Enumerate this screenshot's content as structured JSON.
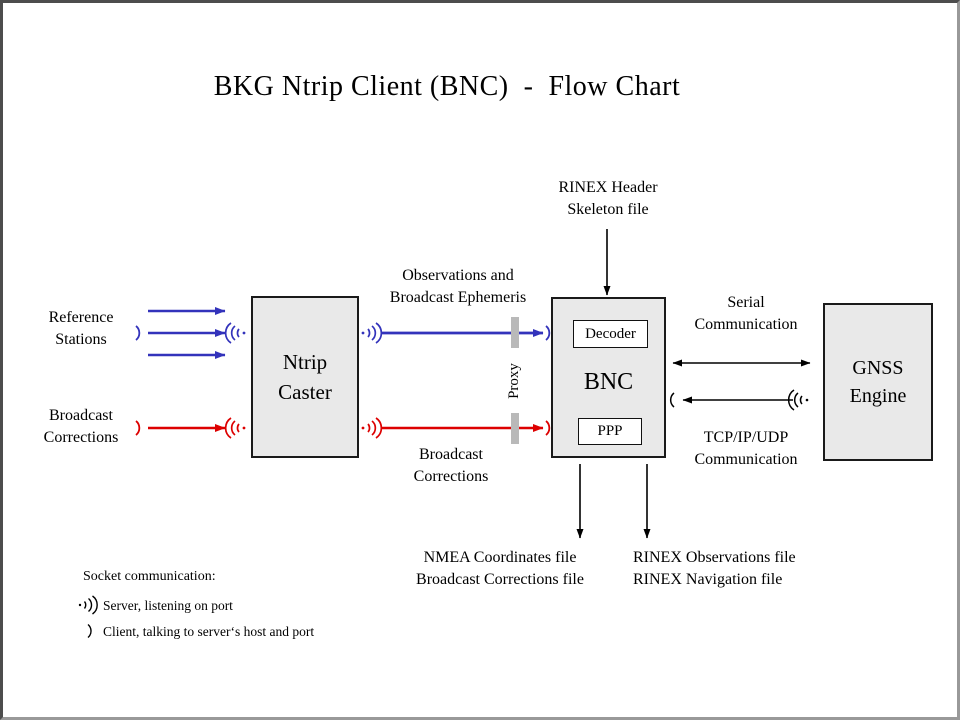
{
  "frame": {
    "title": "BKG Ntrip Client (BNC)  -  Flow Chart"
  },
  "nodes": {
    "ntrip_caster": {
      "line1": "Ntrip",
      "line2": "Caster"
    },
    "bnc": {
      "label": "BNC",
      "decoder_label": "Decoder",
      "ppp_label": "PPP"
    },
    "gnss_engine": {
      "line1": "GNSS",
      "line2": "Engine"
    }
  },
  "inputs": {
    "reference_stations": {
      "line1": "Reference",
      "line2": "Stations"
    },
    "broadcast_corrections": {
      "line1": "Broadcast",
      "line2": "Corrections"
    }
  },
  "streams": {
    "observations": {
      "line1": "Observations and",
      "line2": "Broadcast Ephemeris"
    },
    "broadcast_corrections": {
      "line1": "Broadcast",
      "line2": "Corrections"
    },
    "proxy_label": "Proxy"
  },
  "top_input": {
    "line1": "RINEX Header",
    "line2": "Skeleton file"
  },
  "gnss_links": {
    "serial": {
      "line1": "Serial",
      "line2": "Communication"
    },
    "tcp": {
      "line1": "TCP/IP/UDP",
      "line2": "Communication"
    }
  },
  "outputs": {
    "nmea": {
      "line1": "NMEA Coordinates file",
      "line2": "Broadcast Corrections file"
    },
    "rinex": {
      "line1": "RINEX Observations file",
      "line2": "RINEX Navigation file"
    }
  },
  "legend": {
    "heading": "Socket communication:",
    "server_label": "Server, listening on port",
    "client_label": "Client, talking to server‘s host and port"
  },
  "colors": {
    "blue": "#3333bb",
    "red": "#dd0000",
    "black": "#000000",
    "box_fill": "#e9e9e9",
    "proxy_bar": "#b9b9b9",
    "frame_border": "#4d4d4d"
  }
}
